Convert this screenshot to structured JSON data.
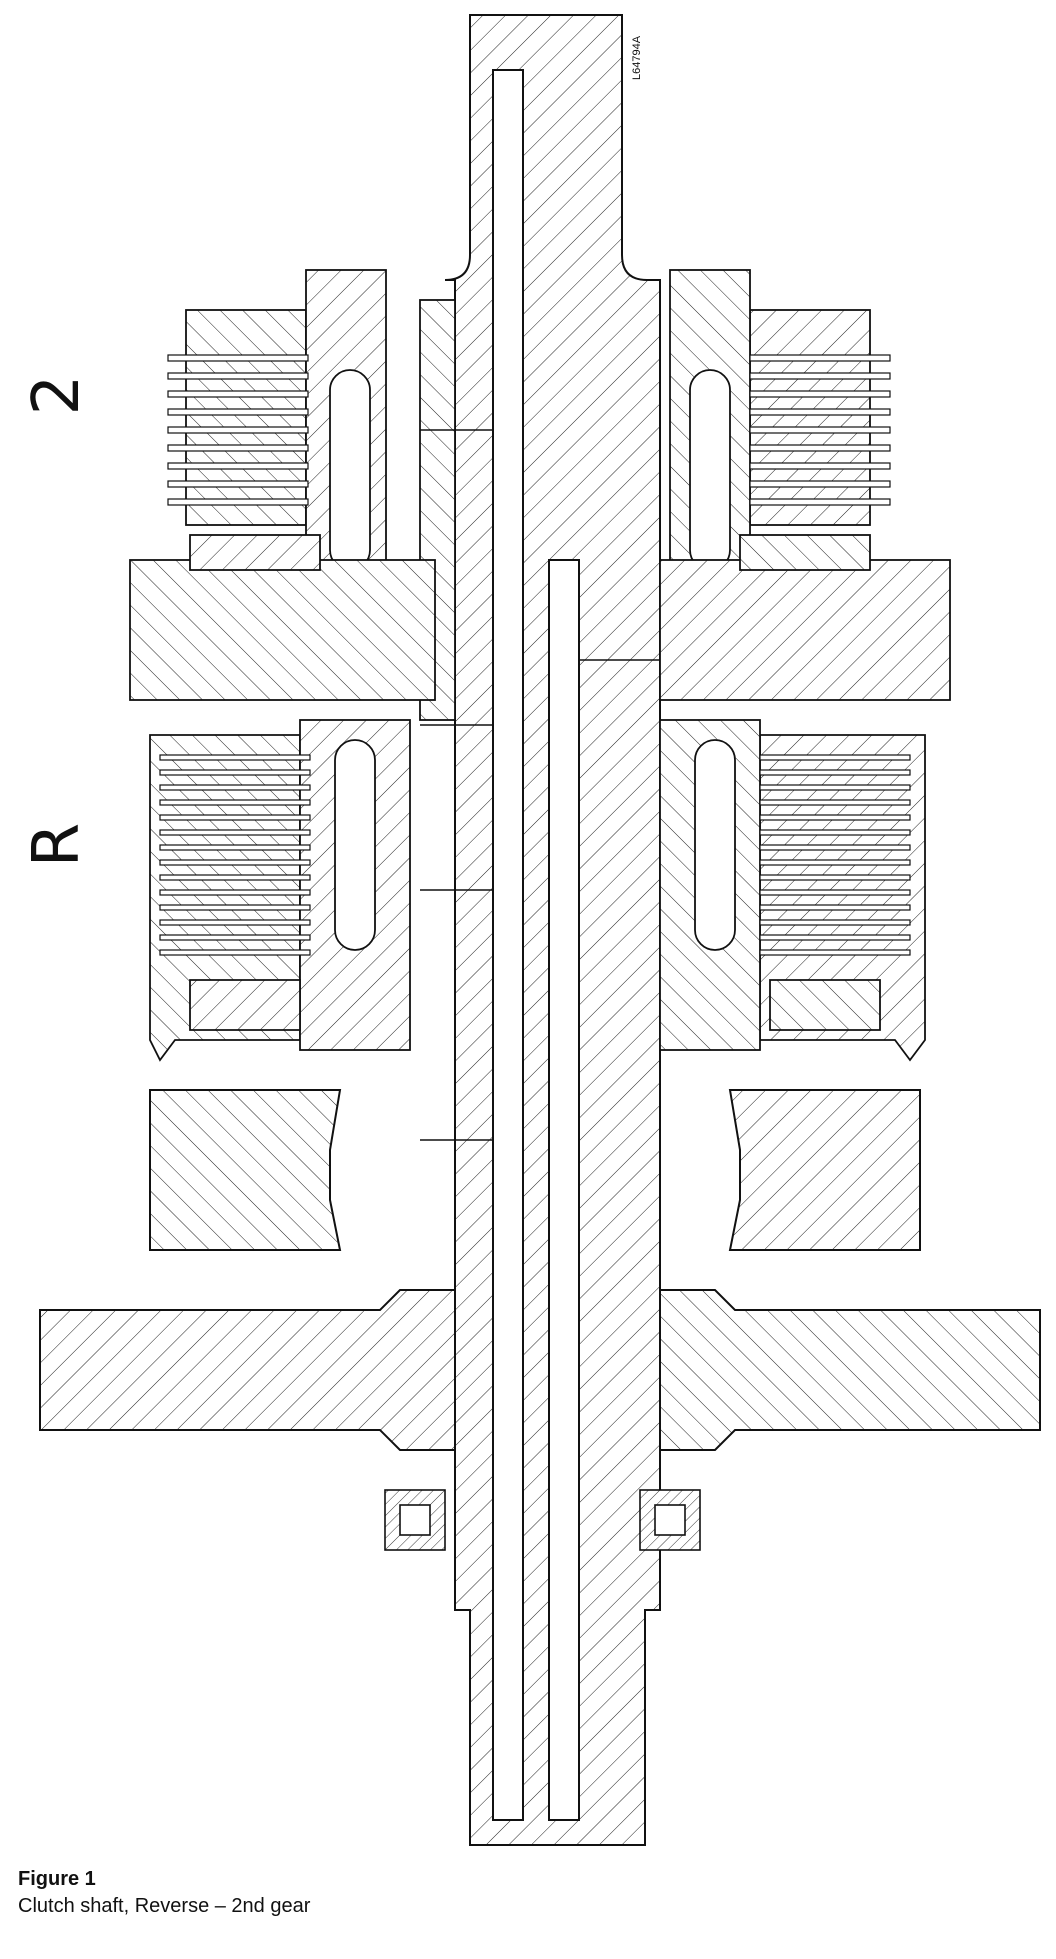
{
  "drawing": {
    "number": "L64794A",
    "labels": {
      "upper_clutch": "2",
      "lower_clutch": "R"
    }
  },
  "figure": {
    "title": "Figure 1",
    "caption": "Clutch shaft, Reverse – 2nd gear"
  }
}
